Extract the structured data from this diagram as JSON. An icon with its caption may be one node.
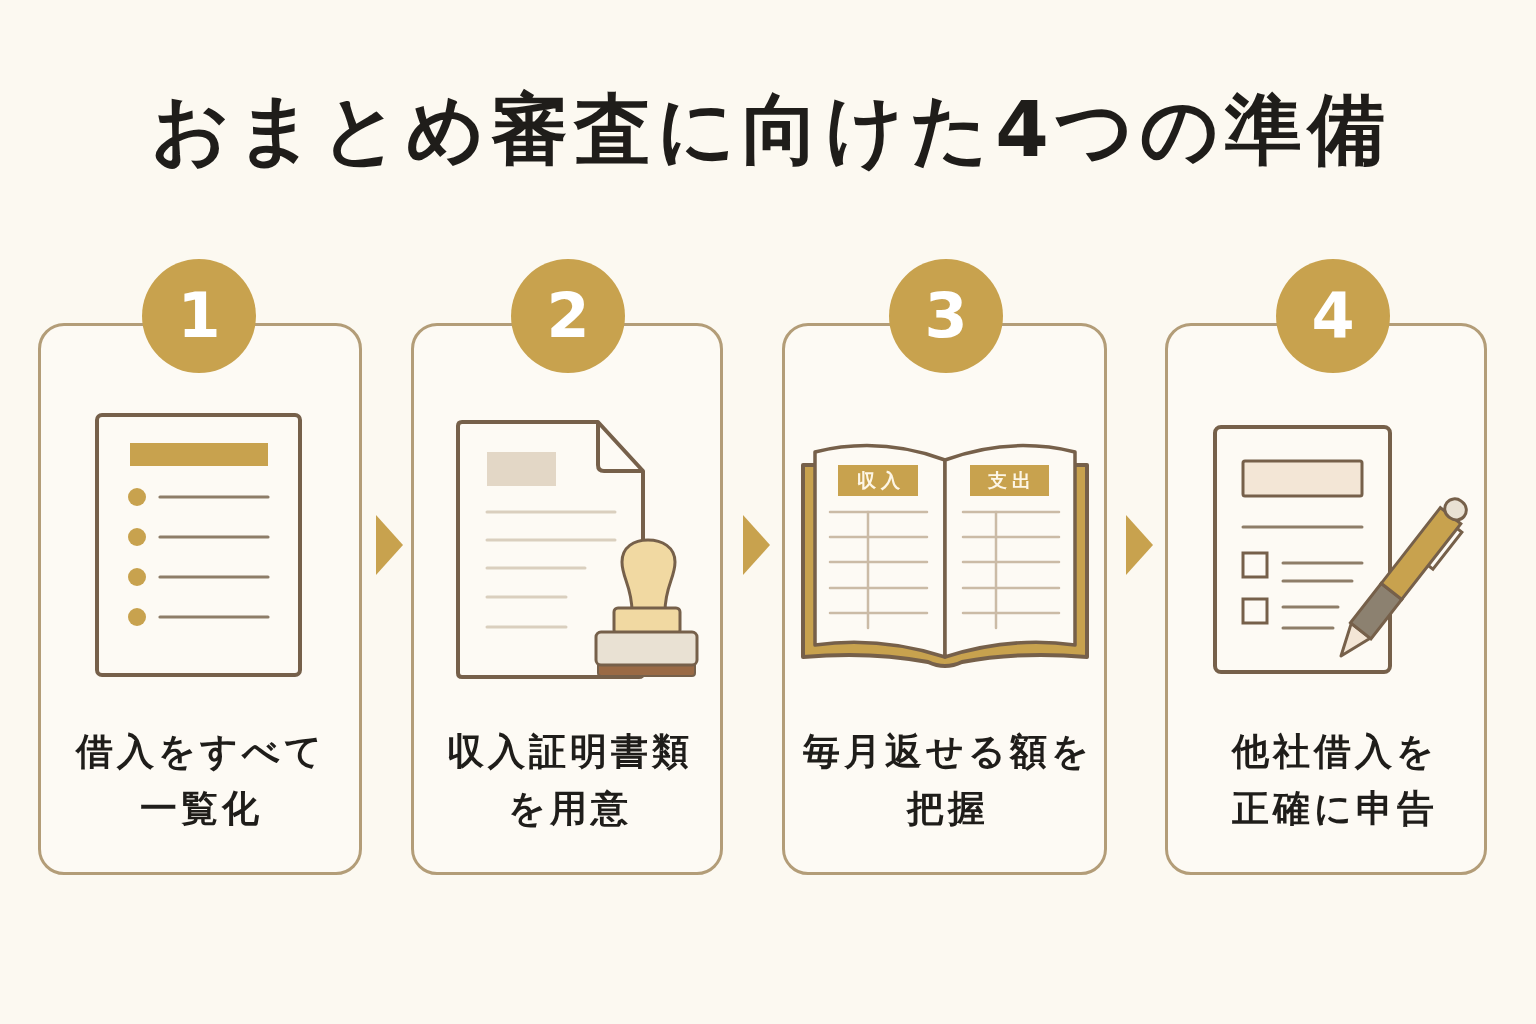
{
  "diagram": {
    "title": "おまとめ審査に向けた4つの準備",
    "nodes": [
      {
        "text": [
          "1",
          "借入をすべて一覧化"
        ]
      },
      {
        "text": [
          "2",
          "収入証明書類を用意"
        ]
      },
      {
        "text": [
          "3",
          "毎月返せる額を把握"
        ]
      },
      {
        "text": [
          "4",
          "他社借入を正確に申告"
        ]
      }
    ],
    "edges": [
      {
        "from": 0,
        "to": 1,
        "arrow": "to"
      },
      {
        "from": 1,
        "to": 2,
        "arrow": "to"
      },
      {
        "from": 2,
        "to": 3,
        "arrow": "to"
      }
    ],
    "labels": [
      "収入",
      "支出"
    ]
  }
}
